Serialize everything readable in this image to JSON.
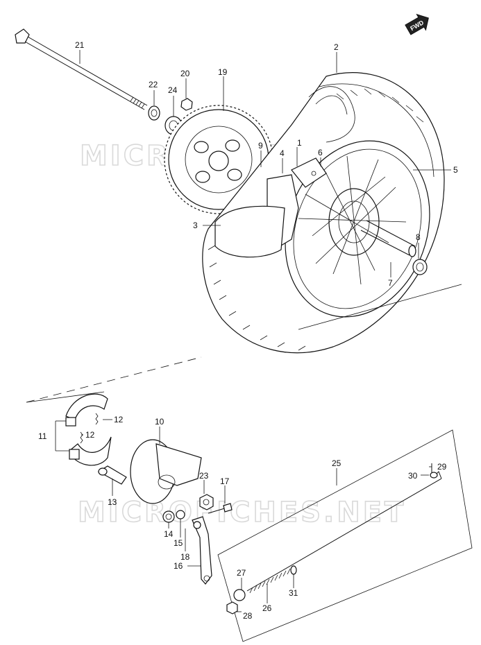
{
  "fwd_label": "FWD",
  "watermarks": [
    "MICROFICHES.NET",
    "MICROFICHES.NET"
  ],
  "parts": [
    {
      "id": "p1",
      "num": "1"
    },
    {
      "id": "p2",
      "num": "2"
    },
    {
      "id": "p3",
      "num": "3"
    },
    {
      "id": "p4",
      "num": "4"
    },
    {
      "id": "p5",
      "num": "5"
    },
    {
      "id": "p6",
      "num": "6"
    },
    {
      "id": "p7",
      "num": "7"
    },
    {
      "id": "p8",
      "num": "8"
    },
    {
      "id": "p9",
      "num": "9"
    },
    {
      "id": "p10",
      "num": "10"
    },
    {
      "id": "p11",
      "num": "11"
    },
    {
      "id": "p12a",
      "num": "12"
    },
    {
      "id": "p12b",
      "num": "12"
    },
    {
      "id": "p13",
      "num": "13"
    },
    {
      "id": "p14",
      "num": "14"
    },
    {
      "id": "p15",
      "num": "15"
    },
    {
      "id": "p16",
      "num": "16"
    },
    {
      "id": "p17",
      "num": "17"
    },
    {
      "id": "p18",
      "num": "18"
    },
    {
      "id": "p19",
      "num": "19"
    },
    {
      "id": "p20",
      "num": "20"
    },
    {
      "id": "p21",
      "num": "21"
    },
    {
      "id": "p22",
      "num": "22"
    },
    {
      "id": "p23",
      "num": "23"
    },
    {
      "id": "p24",
      "num": "24"
    },
    {
      "id": "p25",
      "num": "25"
    },
    {
      "id": "p26",
      "num": "26"
    },
    {
      "id": "p27",
      "num": "27"
    },
    {
      "id": "p28",
      "num": "28"
    },
    {
      "id": "p29",
      "num": "29"
    },
    {
      "id": "p30",
      "num": "30"
    },
    {
      "id": "p31",
      "num": "31"
    }
  ]
}
